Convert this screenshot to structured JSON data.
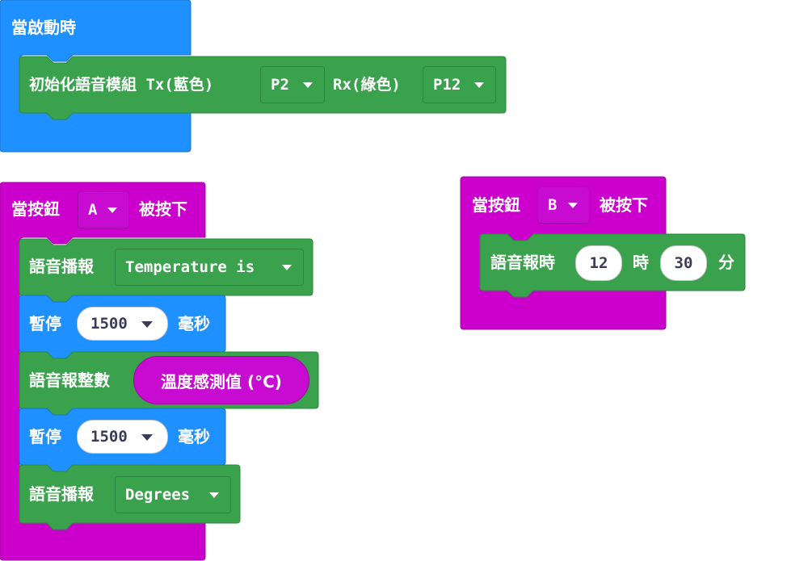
{
  "colors": {
    "event_blue": "#1e90ff",
    "event_magenta": "#cc00cc",
    "speech_green": "#3aa24c",
    "pause_blue": "#1e90ff"
  },
  "on_start": {
    "label": "當啟動時",
    "init_block": {
      "label": "初始化語音模組 Tx(藍色)",
      "tx_pin": "P2",
      "rx_label": "Rx(綠色)",
      "rx_pin": "P12"
    }
  },
  "button_a": {
    "prefix": "當按鈕",
    "button": "A",
    "suffix": "被按下",
    "speak1": {
      "label": "語音播報",
      "value": "Temperature is"
    },
    "pause1": {
      "label": "暫停",
      "value": "1500",
      "unit": "毫秒"
    },
    "speak_int": {
      "label": "語音報整數",
      "reporter": "溫度感測值 (°C)"
    },
    "pause2": {
      "label": "暫停",
      "value": "1500",
      "unit": "毫秒"
    },
    "speak2": {
      "label": "語音播報",
      "value": "Degrees"
    }
  },
  "button_b": {
    "prefix": "當按鈕",
    "button": "B",
    "suffix": "被按下",
    "time_block": {
      "label": "語音報時",
      "hour": "12",
      "hour_unit": "時",
      "minute": "30",
      "minute_unit": "分"
    }
  }
}
